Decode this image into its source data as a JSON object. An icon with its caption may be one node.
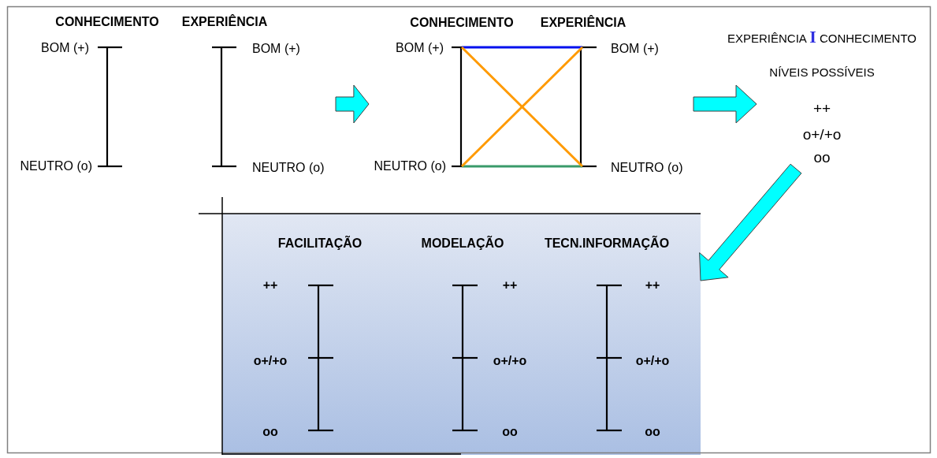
{
  "diagram": {
    "nodes": [
      {
        "text": [
          "CONHECIMENTO",
          "EXPERIÊNCIA",
          "BOM (+)",
          "BOM (+)",
          "NEUTRO (o)",
          "NEUTRO (o)"
        ]
      },
      {
        "text": [
          "CONHECIMENTO",
          "EXPERIÊNCIA",
          "BOM (+)",
          "BOM (+)",
          "NEUTRO (o)",
          "NEUTRO (o)"
        ]
      },
      {
        "text": [
          "NÍVEIS POSSÍVEIS",
          "++",
          "o+/+o",
          "oo"
        ]
      },
      {
        "text": [
          "FACILITAÇÃO",
          "MODELAÇÃO",
          "TECN.INFORMAÇÃO",
          "++",
          "++",
          "++",
          "o+/+o",
          "o+/+o",
          "o+/+o",
          "oo",
          "oo",
          "oo"
        ]
      }
    ],
    "edges": [
      {
        "from": 0,
        "to": 1,
        "arrow": "to"
      },
      {
        "from": 1,
        "to": 2,
        "arrow": "to"
      },
      {
        "from": 2,
        "to": 3,
        "arrow": "to"
      }
    ],
    "labels": [
      "EXPERIÊNCIA **I** CONHECIMENTO"
    ]
  }
}
